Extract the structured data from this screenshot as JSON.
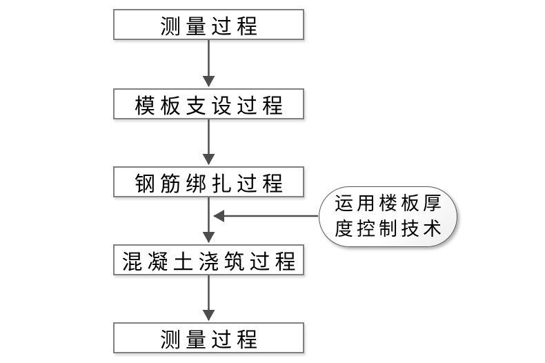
{
  "diagram": {
    "type": "flowchart",
    "direction": "top-down",
    "nodes": [
      {
        "label": "测量过程"
      },
      {
        "label": "模板支设过程"
      },
      {
        "label": "钢筋绑扎过程"
      },
      {
        "label": "混凝土浇筑过程"
      },
      {
        "label": "测量过程"
      }
    ],
    "edges": [
      {
        "from": "测量过程",
        "to": "模板支设过程"
      },
      {
        "from": "模板支设过程",
        "to": "钢筋绑扎过程"
      },
      {
        "from": "钢筋绑扎过程",
        "to": "混凝土浇筑过程"
      },
      {
        "from": "混凝土浇筑过程",
        "to": "测量过程"
      },
      {
        "from": "运用楼板厚度控制技术",
        "to": "钢筋绑扎过程与混凝土浇筑过程之间的连线"
      }
    ],
    "callout": {
      "label": "运用楼板厚度控制技术",
      "lines": [
        "运用楼板厚",
        "度控制技术"
      ]
    },
    "colors": {
      "background": "#ffffff",
      "node_fill": "#ffffff",
      "node_border": "#7f7f7f",
      "arrow": "#4d4d4d",
      "callout_border": "#555555",
      "text": "#000000"
    }
  }
}
